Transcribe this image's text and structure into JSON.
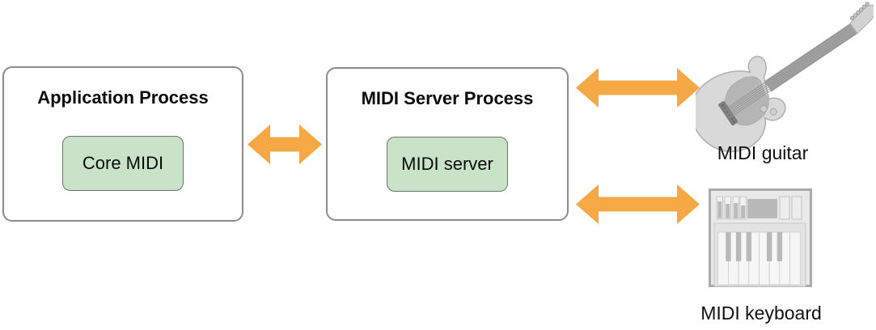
{
  "colors": {
    "arrow_fill": "#F5A843",
    "component_fill": "#C9E3C8",
    "component_border": "#707070",
    "box_border": "#8C8C8C"
  },
  "processes": {
    "application": {
      "title": "Application Process",
      "component": "Core MIDI"
    },
    "server": {
      "title": "MIDI Server Process",
      "component": "MIDI server"
    }
  },
  "devices": {
    "guitar": {
      "label": "MIDI guitar"
    },
    "keyboard": {
      "label": "MIDI keyboard"
    }
  }
}
